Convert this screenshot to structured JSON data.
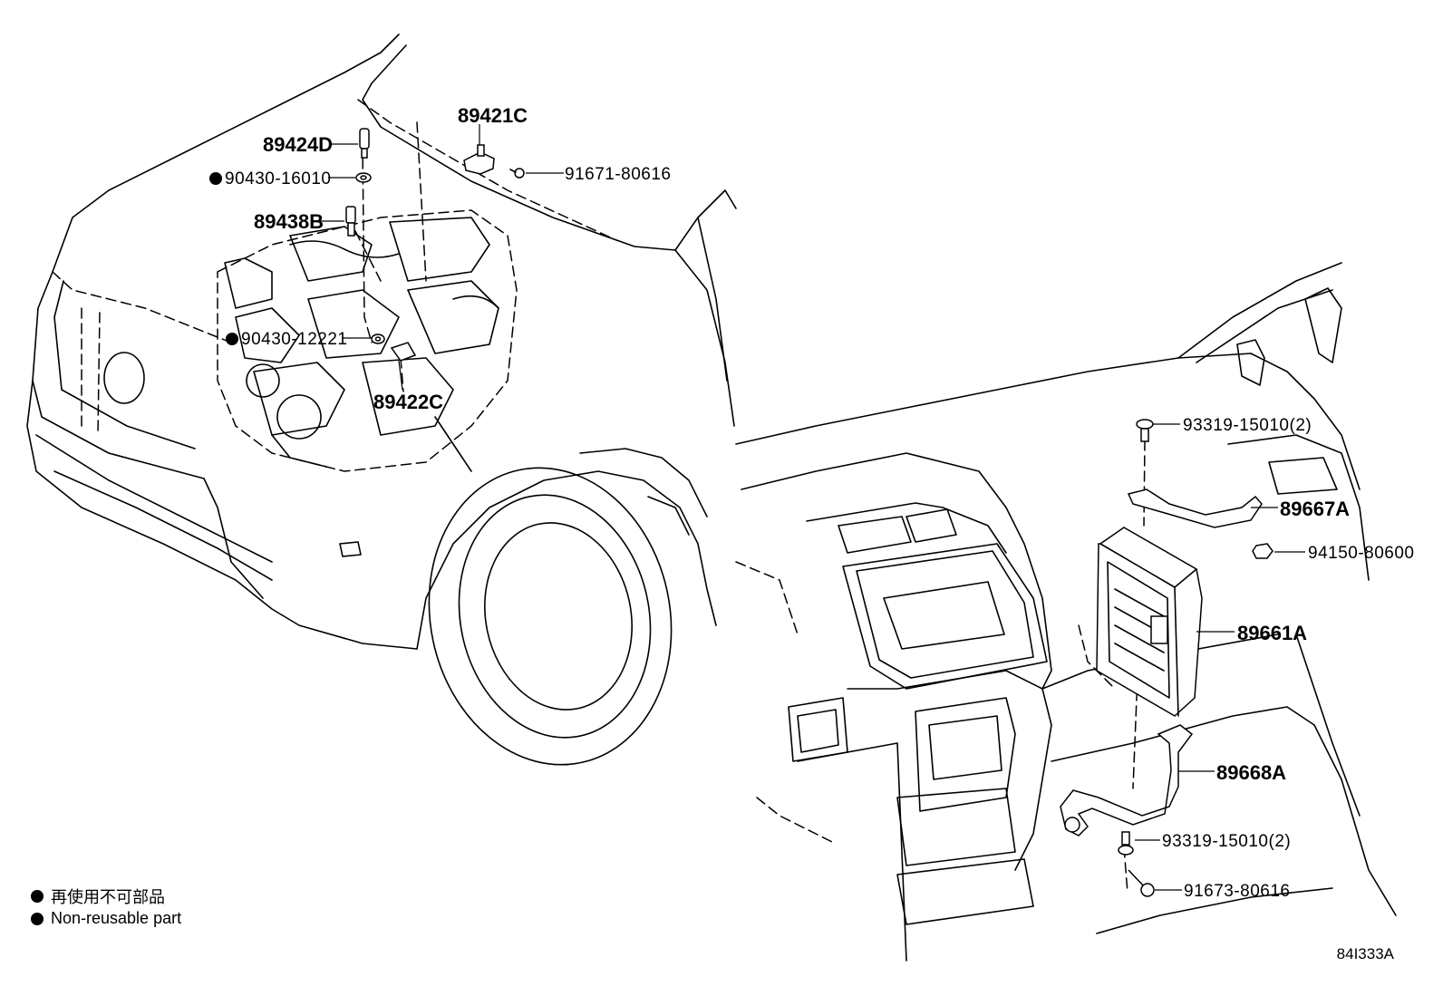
{
  "labels": {
    "p89421c": "89421C",
    "p89424d": "89424D",
    "p90430_16010": "90430-16010",
    "p91671_80616": "91671-80616",
    "p89438b": "89438B",
    "p90430_12221": "90430-12221",
    "p89422c": "89422C",
    "p93319_top": "93319-15010(2)",
    "p89667a": "89667A",
    "p94150_80600": "94150-80600",
    "p89661a": "89661A",
    "p89668a": "89668A",
    "p93319_bottom": "93319-15010(2)",
    "p91673_80616": "91673-80616"
  },
  "legend": {
    "jp": "再使用不可部品",
    "en": "Non-reusable part"
  },
  "figure_code": "84I333A"
}
